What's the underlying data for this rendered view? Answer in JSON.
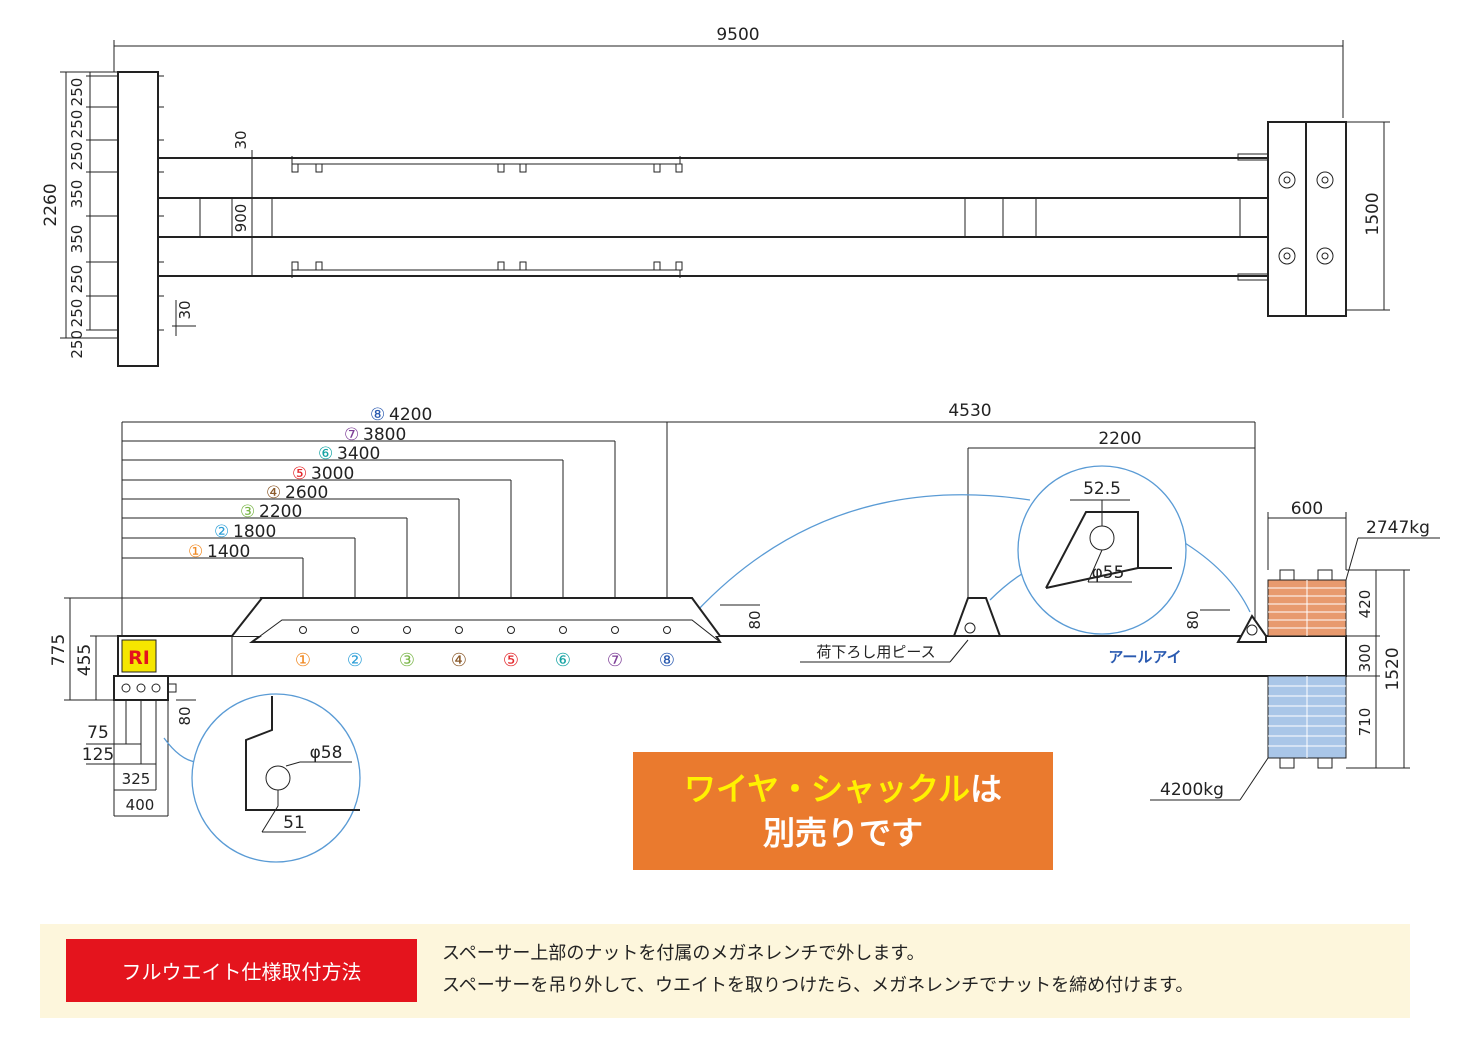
{
  "top_view": {
    "overall_length": "9500",
    "overall_width": "2260",
    "pitch_labels": [
      "250",
      "250",
      "250",
      "350",
      "350",
      "250",
      "250",
      "250"
    ],
    "offset_top": "30",
    "offset_bottom": "30",
    "rail_gap": "900",
    "end_width": "1500"
  },
  "side_view": {
    "positions": [
      {
        "mark": "①",
        "value": "1400",
        "color": "#f08a24"
      },
      {
        "mark": "②",
        "value": "1800",
        "color": "#2fa0d8"
      },
      {
        "mark": "③",
        "value": "2200",
        "color": "#7ab648"
      },
      {
        "mark": "④",
        "value": "2600",
        "color": "#8b5a2b"
      },
      {
        "mark": "⑤",
        "value": "3000",
        "color": "#e3262a"
      },
      {
        "mark": "⑥",
        "value": "3400",
        "color": "#14a3a3"
      },
      {
        "mark": "⑦",
        "value": "3800",
        "color": "#7e3f98"
      },
      {
        "mark": "⑧",
        "value": "4200",
        "color": "#2a5ab0"
      }
    ],
    "dim_4530": "4530",
    "dim_2200": "2200",
    "dim_600": "600",
    "height_775": "775",
    "height_455": "455",
    "hole_spacing_75": "75",
    "hole_spacing_125": "125",
    "base_325": "325",
    "base_400": "400",
    "offset_80_bottom": "80",
    "offset_80_lug": "80",
    "offset_80_right": "80",
    "unload_label": "荷下ろし用ピース",
    "brand": "アールアイ",
    "logo": "RI",
    "weight_top": "2747kg",
    "weight_bottom": "4200kg",
    "stack_420": "420",
    "stack_300": "300",
    "stack_710": "710",
    "stack_total": "1520",
    "detail_top": {
      "dim1": "52.5",
      "dim2": "φ55"
    },
    "detail_bottom": {
      "dim1": "φ58",
      "dim2": "51"
    }
  },
  "banner": {
    "line1_highlight": "ワイヤ・シャックル",
    "line1_rest": "は",
    "line2": "別売りです"
  },
  "footer": {
    "title": "フルウエイト仕様取付方法",
    "line1": "スペーサー上部のナットを付属のメガネレンチで外します。",
    "line2": "スペーサーを吊り外して、ウエイトを取りつけたら、メガネレンチでナットを締め付けます。"
  },
  "colors": {
    "accent_orange": "#ea7a2e",
    "accent_red": "#e4141d",
    "highlight_yellow": "#fff200",
    "weight_top_fill": "#e89a6e",
    "weight_bottom_fill": "#a9c6e8",
    "detail_circle": "#5a9bd5",
    "footer_bg": "#fdf6dc"
  }
}
